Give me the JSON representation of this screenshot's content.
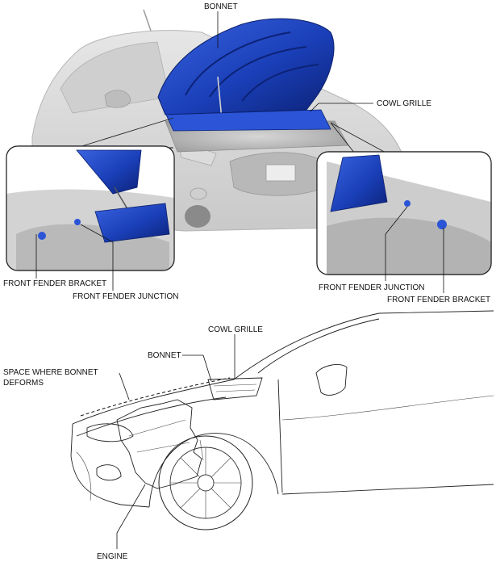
{
  "top_figure": {
    "labels": {
      "bonnet": "BONNET",
      "cowl_grille": "COWL GRILLE",
      "left_bracket": "FRONT FENDER BRACKET",
      "left_junction": "FRONT FENDER JUNCTION",
      "right_junction": "FRONT FENDER JUNCTION",
      "right_bracket": "FRONT FENDER BRACKET"
    }
  },
  "bottom_figure": {
    "labels": {
      "cowl_grille": "COWL GRILLE",
      "bonnet": "BONNET",
      "space_line1": "SPACE WHERE BONNET",
      "space_line2": "DEFORMS",
      "engine": "ENGINE"
    }
  },
  "colors": {
    "bonnet_blue": "#1a3fb8",
    "bonnet_dark": "#0c2276",
    "car_gray": "#d8d8d8",
    "engine_gray": "#bdbdbd"
  }
}
